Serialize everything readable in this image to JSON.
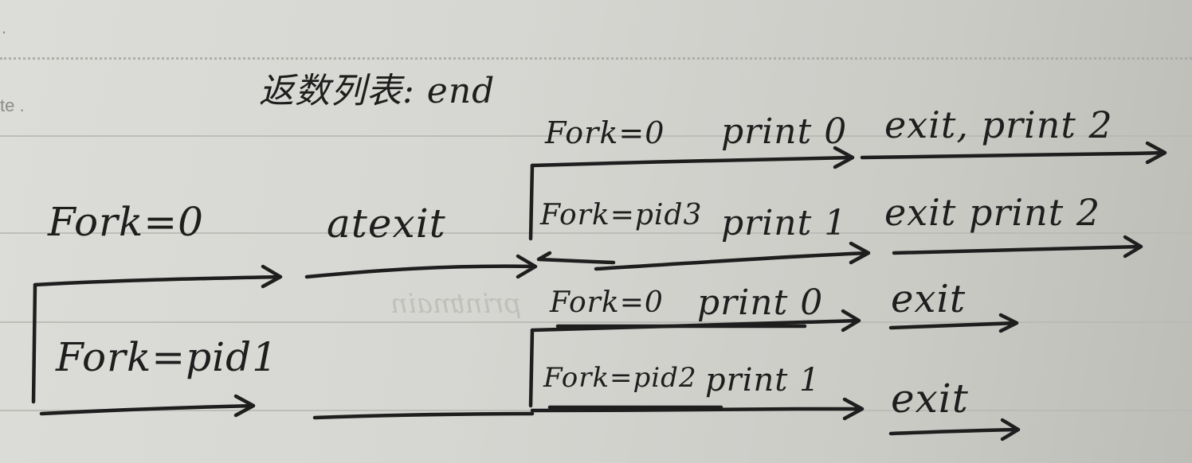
{
  "paper": {
    "printed_fragments": [
      ".",
      "te ."
    ]
  },
  "notes": {
    "heading": "返数列表: end",
    "parent_fork": "Fork=0",
    "parent_fork_pid": "Fork=pid1",
    "atexit": "atexit",
    "upper_branch": {
      "row1": {
        "fork": "Fork=0",
        "print": "print 0",
        "exit": "exit, print 2"
      },
      "row2": {
        "fork": "Fork=pid3",
        "print": "print 1",
        "exit": "exit print 2"
      }
    },
    "lower_branch": {
      "row3": {
        "fork": "Fork=0",
        "print": "print 0",
        "exit": "exit"
      },
      "row4": {
        "fork": "Fork=pid2",
        "print": "print 1",
        "exit": "exit"
      }
    }
  },
  "bleed_through": [
    "main",
    "print"
  ]
}
